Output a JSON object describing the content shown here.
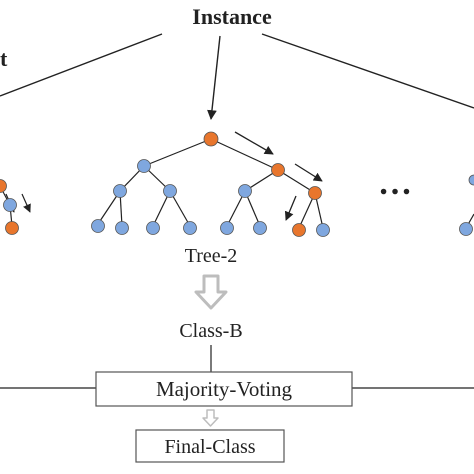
{
  "title": "Instance",
  "edge_label_left_partial": "t",
  "ellipsis": "…",
  "tree_label": "Tree-2",
  "class_label": "Class-B",
  "majority_label": "Majority-Voting",
  "final_label": "Final-Class",
  "colors": {
    "leaf": "#7fa7df",
    "path_node": "#e8762d",
    "stroke": "#222222",
    "box_border": "#555555",
    "flow_arrow": "#bdbdbd"
  }
}
